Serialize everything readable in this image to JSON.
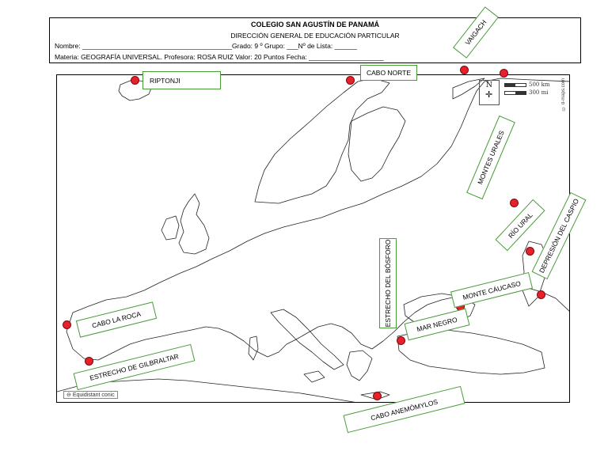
{
  "header": {
    "school": "COLEGIO SAN AGUSTÍN DE PANAMÁ",
    "direction": "DIRECCIÓN GENERAL DE EDUCACIÓN PARTICULAR",
    "name_label": "Nombre: ________________________________________Grado: 9 º Grupo: ___Nº de Lista: ______",
    "subject_line": "Materia: GEOGRAFÍA UNIVERSAL.      Profesora: ROSA RUIZ     Valor:     20     Puntos                Fecha: ____________________"
  },
  "map": {
    "scale_km": "500 km",
    "scale_mi": "300 mi",
    "north": "N",
    "credit": "© d-maps.com",
    "projection": "Equidistant conic"
  },
  "labels": {
    "vaigach": "VAIGACH",
    "riptonji": "RIPTONJI",
    "cabo_norte": "CABO NORTE",
    "montes_urales": "MONTES URALES",
    "rio_ural": "RÍO URAL",
    "depresion_caspio": "DEPRESIÓN DEL CASPIO",
    "estrecho_bosforo": "ESTRECHO DEL BÓSFORO",
    "monte_caucaso": "MONTE CÁUCASO",
    "mar_negro": "MAR NEGRO",
    "cabo_la_roca": "CABO LA ROCA",
    "estrecho_gibraltar": "ESTRECHO DE GILBRALTAR",
    "cabo_anemomylos": "CABO ANEMÓMYLOS"
  },
  "colors": {
    "label_border": "#4a9a3a",
    "marker": "#e8202a"
  }
}
